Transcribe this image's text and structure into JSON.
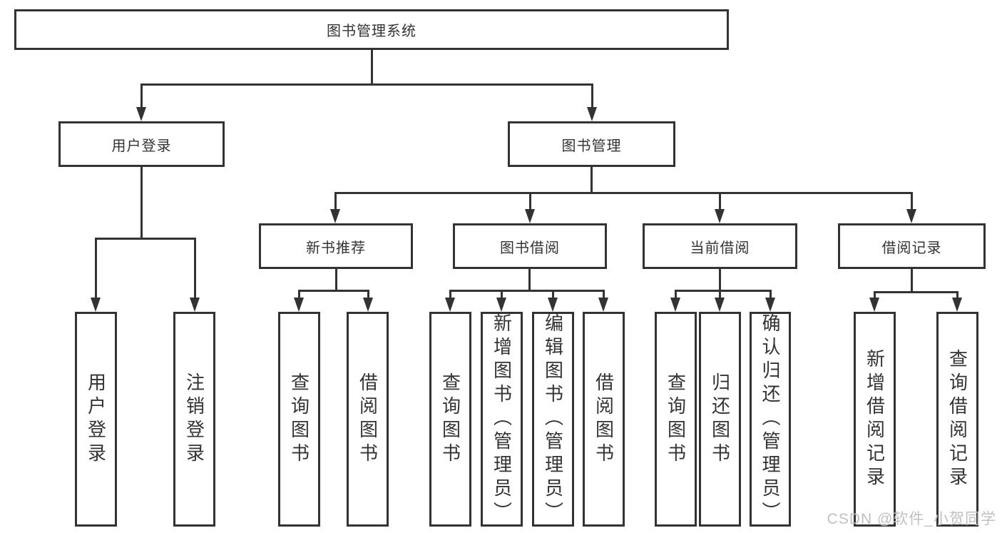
{
  "tree": {
    "root": {
      "label": "图书管理系统"
    },
    "children": [
      {
        "label": "用户登录",
        "children": [
          {
            "label": "用户登录"
          },
          {
            "label": "注销登录"
          }
        ]
      },
      {
        "label": "图书管理",
        "children": [
          {
            "label": "新书推荐",
            "children": [
              {
                "label": "查询图书"
              },
              {
                "label": "借阅图书"
              }
            ]
          },
          {
            "label": "图书借阅",
            "children": [
              {
                "label": "查询图书"
              },
              {
                "label": "新增图书（管理员）"
              },
              {
                "label": "编辑图书（管理员）"
              },
              {
                "label": "借阅图书"
              }
            ]
          },
          {
            "label": "当前借阅",
            "children": [
              {
                "label": "查询图书"
              },
              {
                "label": "归还图书"
              },
              {
                "label": "确认归还（管理员）"
              }
            ]
          },
          {
            "label": "借阅记录",
            "children": [
              {
                "label": "新增借阅记录"
              },
              {
                "label": "查询借阅记录"
              }
            ]
          }
        ]
      }
    ]
  },
  "watermark": {
    "text": "CSDN @软件_小贺同学",
    "color": "#bfc0c2"
  },
  "colors": {
    "line": "#333333",
    "box_border": "#333333",
    "box_fill": "#ffffff",
    "text": "#333333",
    "background": "#ffffff"
  }
}
